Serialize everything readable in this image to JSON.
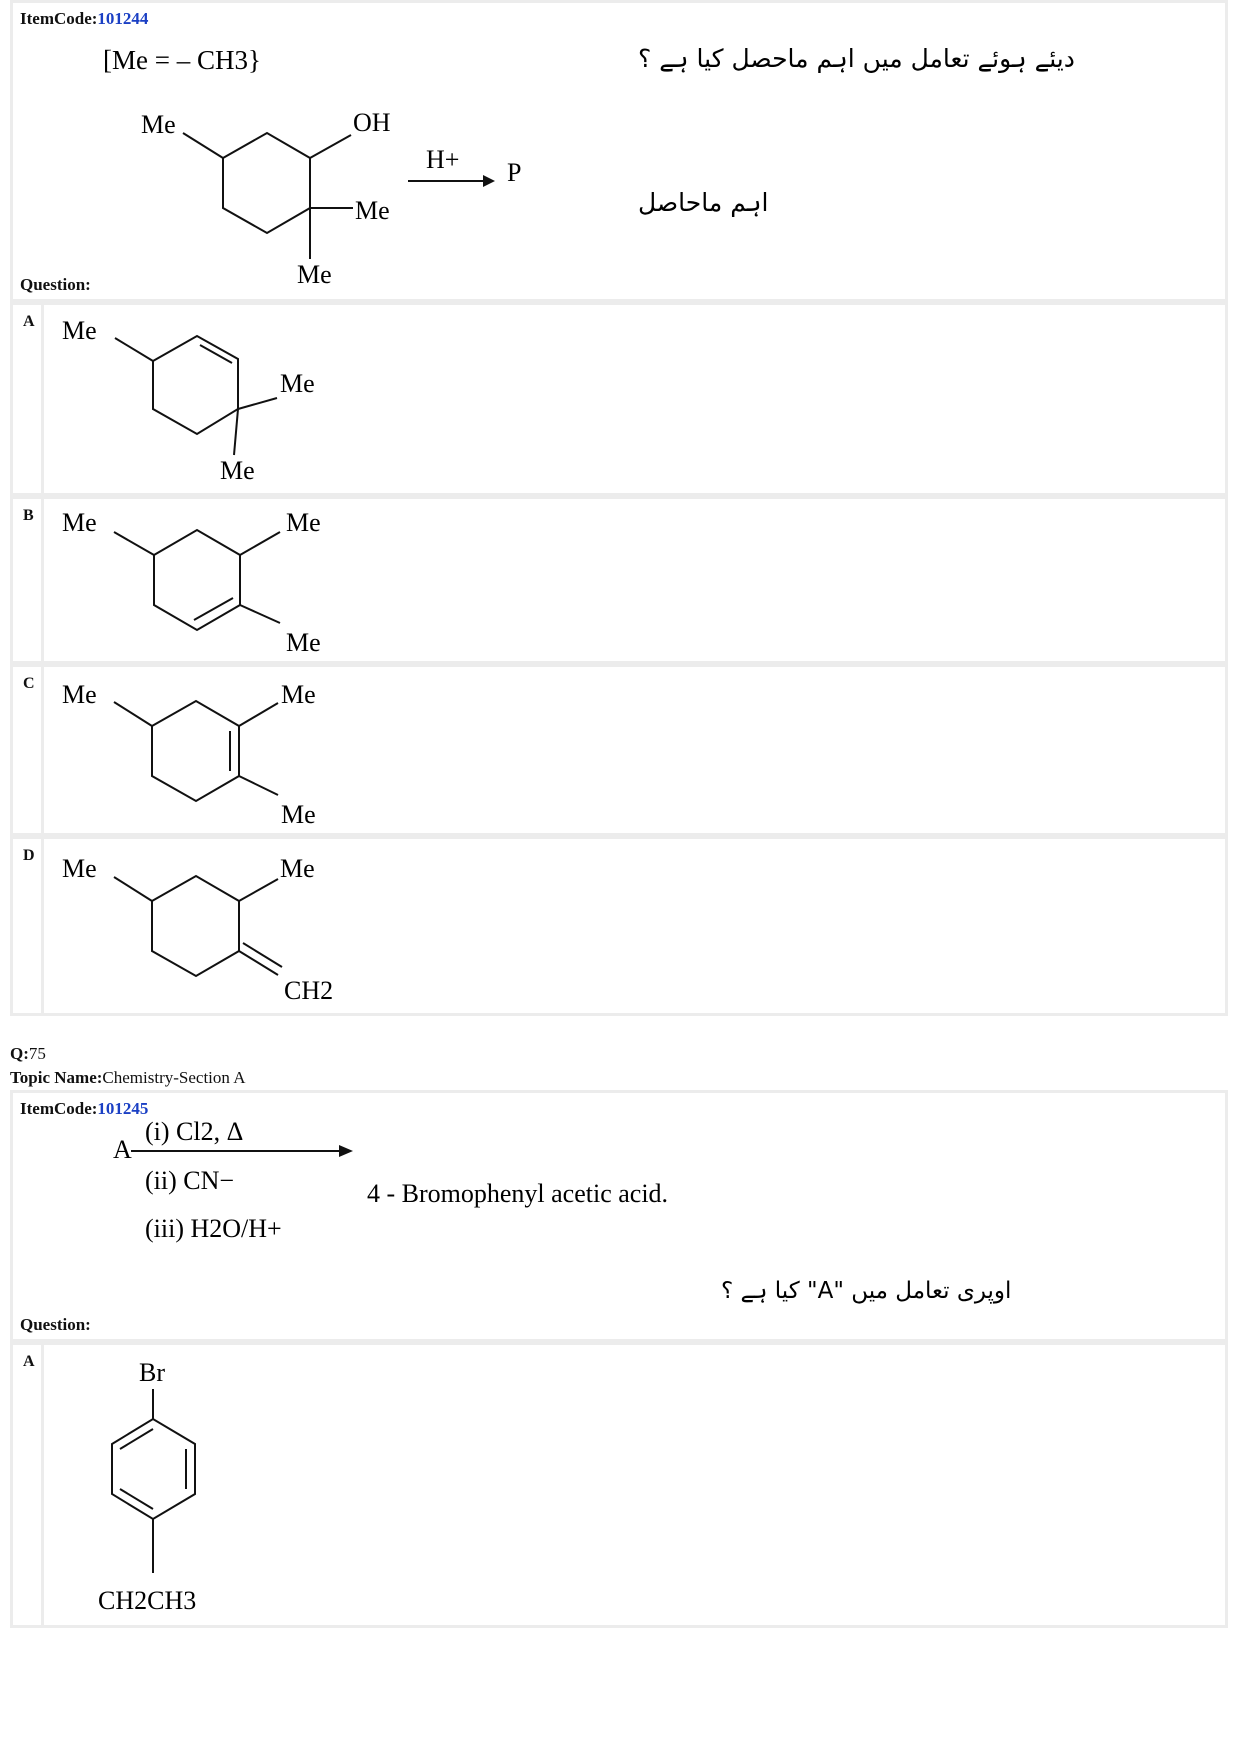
{
  "q74": {
    "item_label": "ItemCode:",
    "item_code": "101244",
    "question_label": "Question:",
    "stem_note": "[Me = – CH3}",
    "stem_urdu": "دیئے ہوئے تعامل میں اہم ماحصل کیا ہے ؟",
    "reactant": {
      "oh": "OH",
      "me_top": "Me",
      "me_right": "Me",
      "me_bottom": "Me"
    },
    "reagent": "H+",
    "product_symbol": "P",
    "product_urdu": "اہم ماحاصل",
    "options": [
      {
        "letter": "A",
        "labels": [
          "Me",
          "Me",
          "Me"
        ]
      },
      {
        "letter": "B",
        "labels": [
          "Me",
          "Me",
          "Me"
        ]
      },
      {
        "letter": "C",
        "labels": [
          "Me",
          "Me",
          "Me"
        ]
      },
      {
        "letter": "D",
        "labels": [
          "Me",
          "Me",
          "CH2"
        ]
      }
    ]
  },
  "q75": {
    "q_label": "Q:",
    "q_number": "75",
    "topic_label": "Topic Name:",
    "topic": "Chemistry-Section A",
    "item_label": "ItemCode:",
    "item_code": "101245",
    "question_label": "Question:",
    "reactant": "A",
    "steps": [
      "(i)  Cl2, Δ",
      "(ii)  CN−",
      "(iii)  H2O/H+"
    ],
    "product": "4 - Bromophenyl acetic acid.",
    "stem_urdu": "اوپری تعامل میں \"A\" کیا ہے ؟",
    "options": [
      {
        "letter": "A",
        "top": "Br",
        "bottom": "CH2CH3"
      }
    ]
  }
}
